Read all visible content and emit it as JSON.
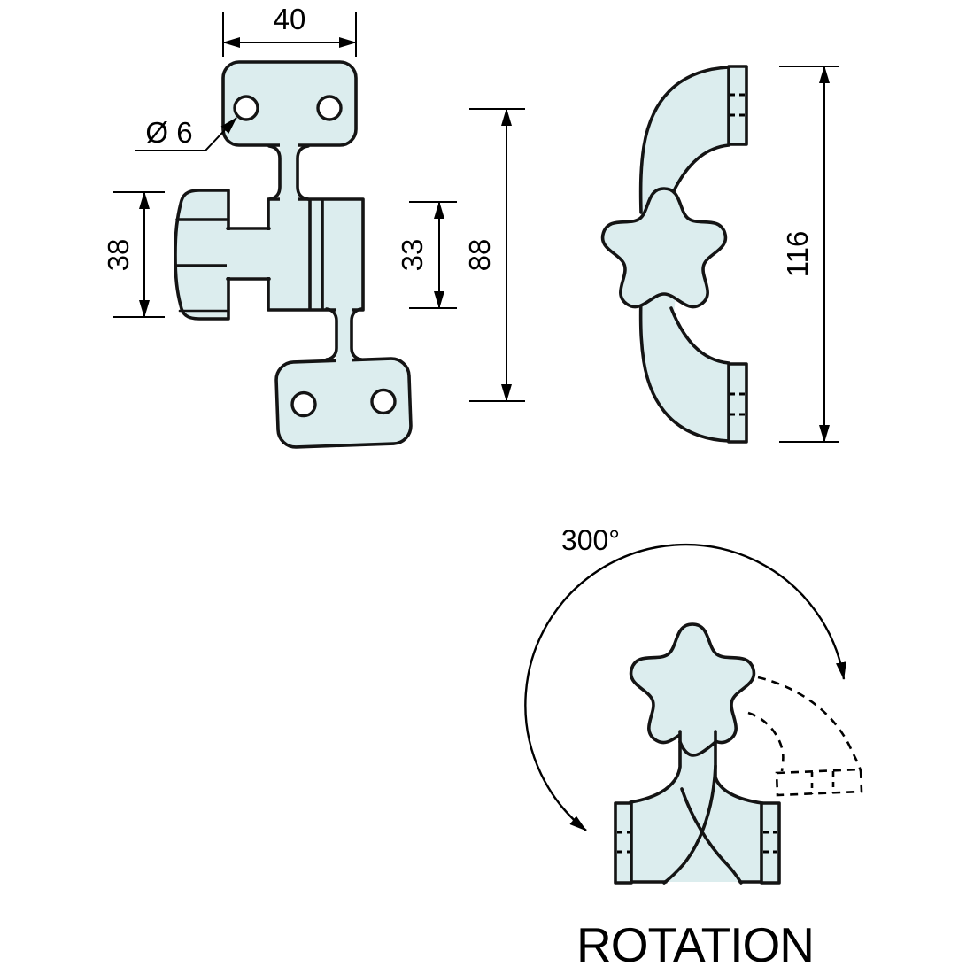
{
  "colors": {
    "part_fill": "#dcedee",
    "outline": "#141414",
    "background": "#ffffff"
  },
  "front_view": {
    "plate_width_label": "40",
    "hole_diameter_label": "Ø 6",
    "knob_height_label": "38",
    "body_height_label": "33",
    "overall_height_label": "88"
  },
  "side_view": {
    "overall_height_label": "116"
  },
  "rotation_view": {
    "angle_label": "300°",
    "caption": "ROTATION"
  }
}
